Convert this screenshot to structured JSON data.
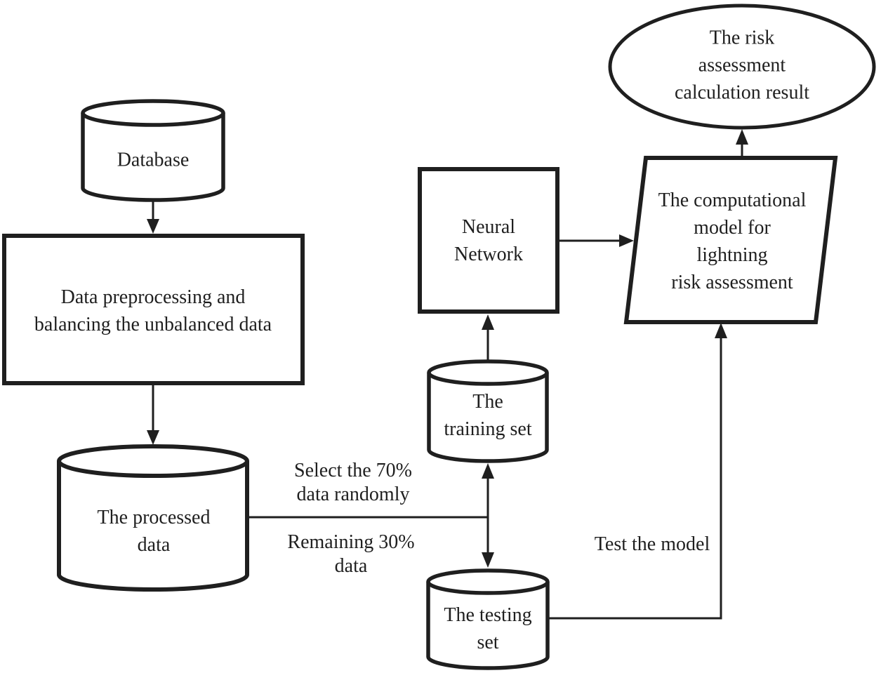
{
  "figure": {
    "description": "Flowchart of a neural-network-based lightning risk assessment workflow",
    "background_color": "#ffffff",
    "stroke_color": "#1f1f1f"
  },
  "nodes": {
    "database": {
      "shape": "cylinder",
      "label": "Database"
    },
    "preprocess": {
      "shape": "rectangle",
      "label": "Data preprocessing and\nbalancing the unbalanced data"
    },
    "processed_data": {
      "shape": "cylinder",
      "label": "The processed\ndata"
    },
    "training_set": {
      "shape": "cylinder",
      "label": "The\ntraining set"
    },
    "testing_set": {
      "shape": "cylinder",
      "label": "The testing\nset"
    },
    "neural_network": {
      "shape": "rectangle",
      "label": "Neural\nNetwork"
    },
    "model": {
      "shape": "parallelogram",
      "label": "The computational\nmodel for lightning\nrisk assessment"
    },
    "result": {
      "shape": "ellipse",
      "label": "The risk assessment\ncalculation result"
    }
  },
  "edge_labels": {
    "select_70": "Select the 70%\ndata randomly",
    "remaining_30": "Remaining 30%\ndata",
    "test_model": "Test the model"
  }
}
